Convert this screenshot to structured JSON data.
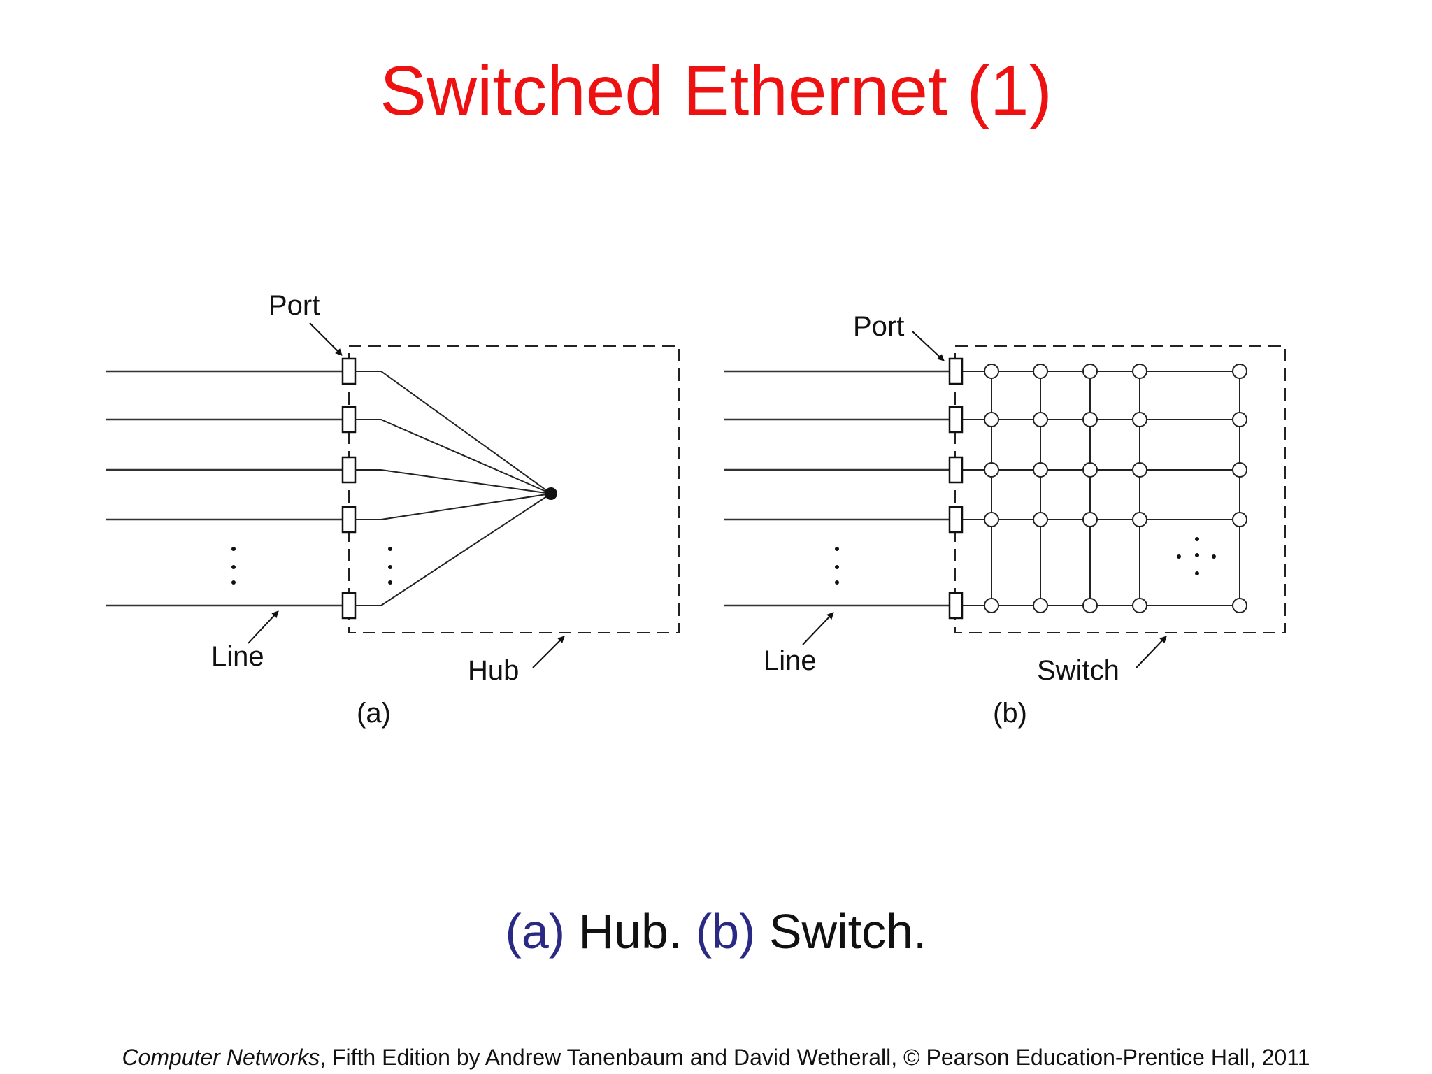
{
  "slide": {
    "title": "Switched Ethernet (1)"
  },
  "diagram_a": {
    "port_label": "Port",
    "line_label": "Line",
    "hub_label": "Hub",
    "panel_label": "(a)"
  },
  "diagram_b": {
    "port_label": "Port",
    "line_label": "Line",
    "switch_label": "Switch",
    "panel_label": "(b)"
  },
  "caption": {
    "a_tag": "(a)",
    "a_text": " Hub. ",
    "b_tag": "(b)",
    "b_text": " Switch."
  },
  "footer": {
    "book_title": "Computer Networks",
    "rest": ", Fifth Edition by Andrew Tanenbaum and David Wetherall, © Pearson Education-Prentice Hall, 2011"
  },
  "colors": {
    "title": "#ee1111",
    "caption_tag": "#2a2a85",
    "text": "#111111"
  }
}
